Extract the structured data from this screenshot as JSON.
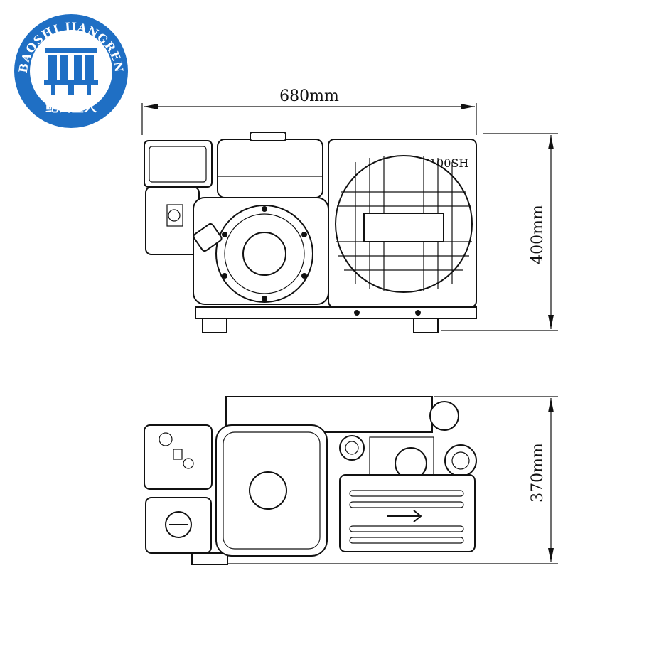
{
  "logo": {
    "ring_text": "BAOSHI JIANGREN",
    "chinese_text": "鲍氏匠人",
    "ring_color": "#1f6fc4",
    "inner_color": "#1f6fc4"
  },
  "diagram": {
    "model_label": "BX100SH",
    "width_dim": "680mm",
    "height_dim": "400mm",
    "depth_dim": "370mm"
  }
}
